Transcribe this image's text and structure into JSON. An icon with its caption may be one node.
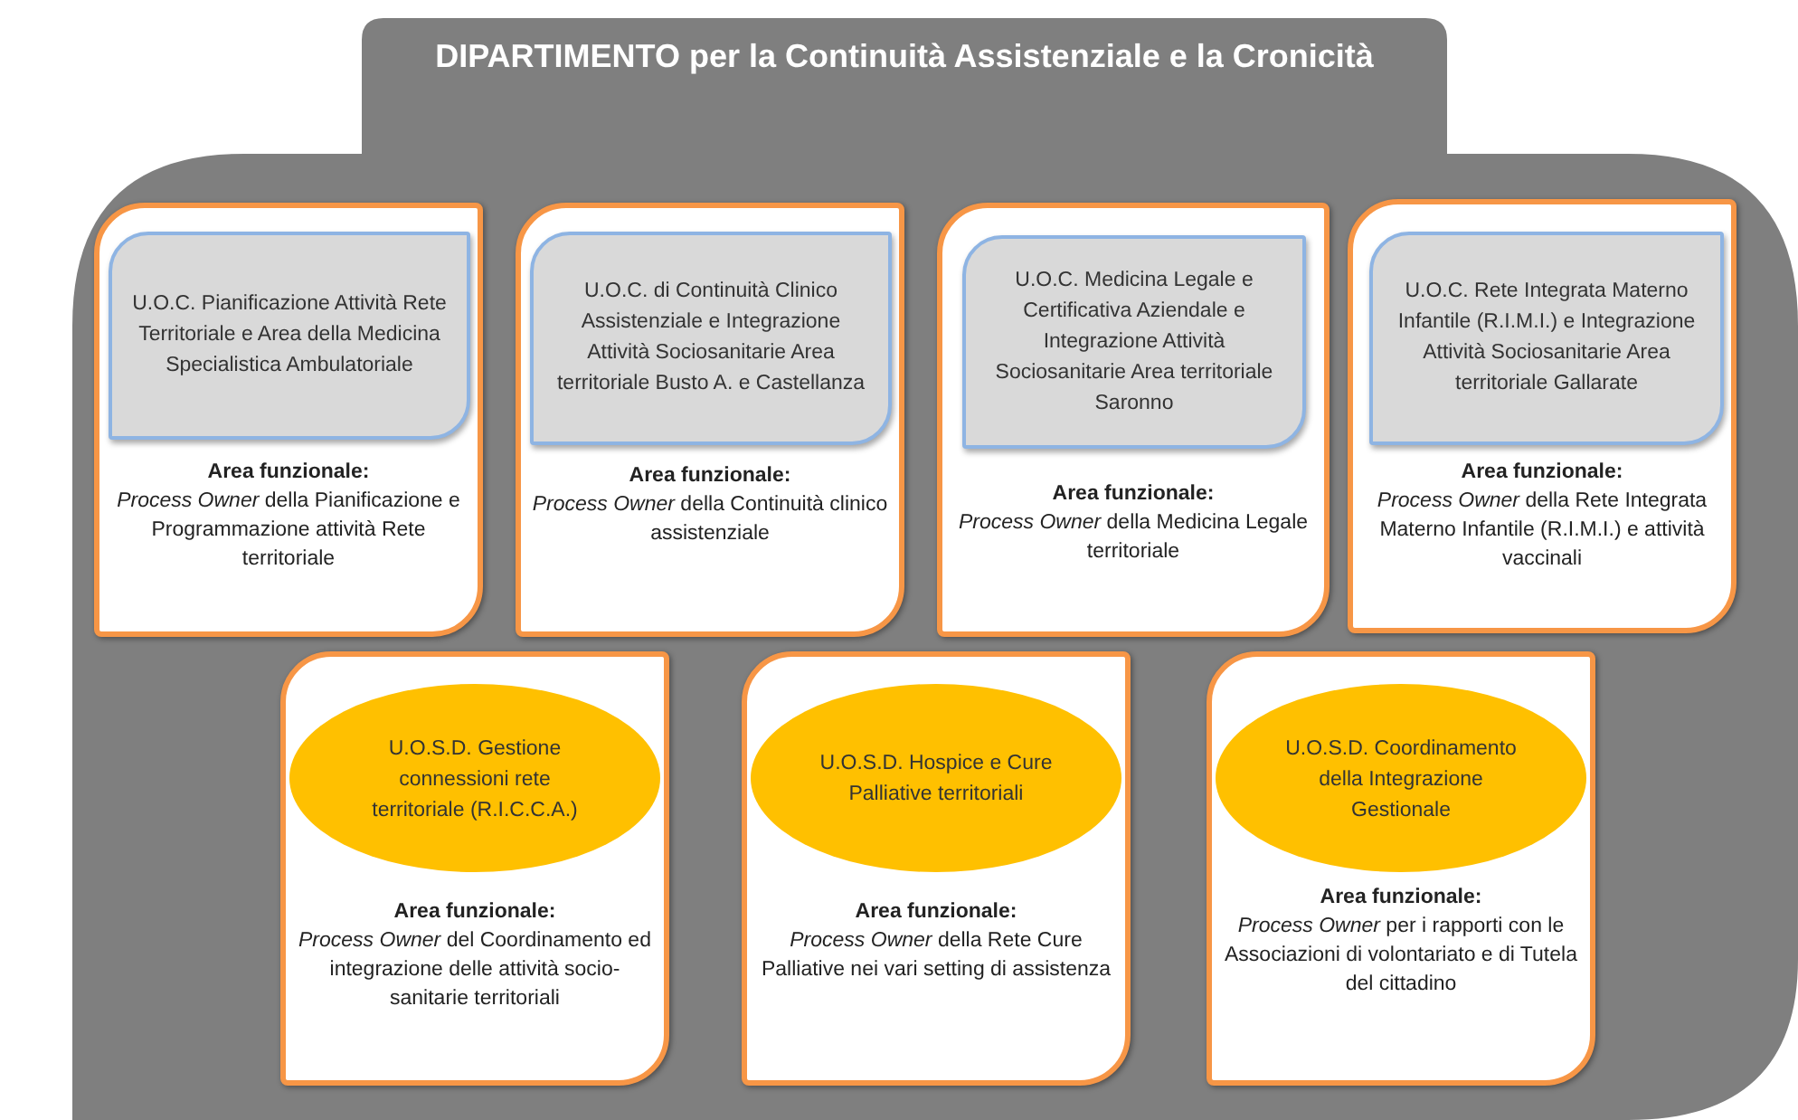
{
  "diagram": {
    "nodes": [
      {
        "text": [
          "DIPARTIMENTO per la Continuità Assistenziale e la Cronicità"
        ]
      },
      {
        "text": [
          "Area funzionale:",
          "*Process Owner* della Pianificazione e Programmazione attività Rete territoriale"
        ],
        "in": 0
      },
      {
        "text": [
          "U.O.C. Pianificazione Attività Rete Territoriale e Area della Medicina Specialistica Ambulatoriale"
        ],
        "in": 1
      },
      {
        "text": [
          "Area funzionale:",
          "*Process Owner* della Continuità clinico assistenziale"
        ],
        "in": 0
      },
      {
        "text": [
          "U.O.C. di Continuità Clinico Assistenziale e Integrazione Attività Sociosanitarie Area territoriale Busto A. e Castellanza"
        ],
        "in": 3
      },
      {
        "text": [
          "Area funzionale:",
          "*Process Owner* della Medicina Legale territoriale"
        ],
        "in": 0
      },
      {
        "text": [
          "U.O.C. Medicina Legale e Certificativa Aziendale e Integrazione Attività Sociosanitarie Area territoriale Saronno"
        ],
        "in": 5
      },
      {
        "text": [
          "Area funzionale:",
          "*Process Owner* della Rete Integrata Materno Infantile (R.I.M.I.) e attività vaccinali"
        ],
        "in": 0
      },
      {
        "text": [
          "U.O.C. Rete Integrata Materno Infantile (R.I.M.I.) e Integrazione Attività Sociosanitarie Area territoriale Gallarate"
        ],
        "in": 7
      },
      {
        "text": [
          "Area funzionale:",
          "*Process Owner* del Coordinamento ed integrazione delle attività socio-sanitarie territoriali"
        ],
        "in": 0
      },
      {
        "text": [
          "U.O.S.D. Gestione connessioni rete territoriale (R.I.C.C.A.)"
        ],
        "in": 9
      },
      {
        "text": [
          "Area funzionale:",
          "*Process Owner* della Rete Cure Palliative nei vari setting di assistenza"
        ],
        "in": 0
      },
      {
        "text": [
          "U.O.S.D. Hospice e Cure Palliative territoriali"
        ],
        "in": 11
      },
      {
        "text": [
          "Area funzionale:",
          "*Process Owner* per i rapporti con le Associazioni di volontariato e di Tutela del cittadino"
        ],
        "in": 0
      },
      {
        "text": [
          "U.O.S.D. Coordinamento della Integrazione Gestionale"
        ],
        "in": 13
      }
    ],
    "edges": []
  }
}
